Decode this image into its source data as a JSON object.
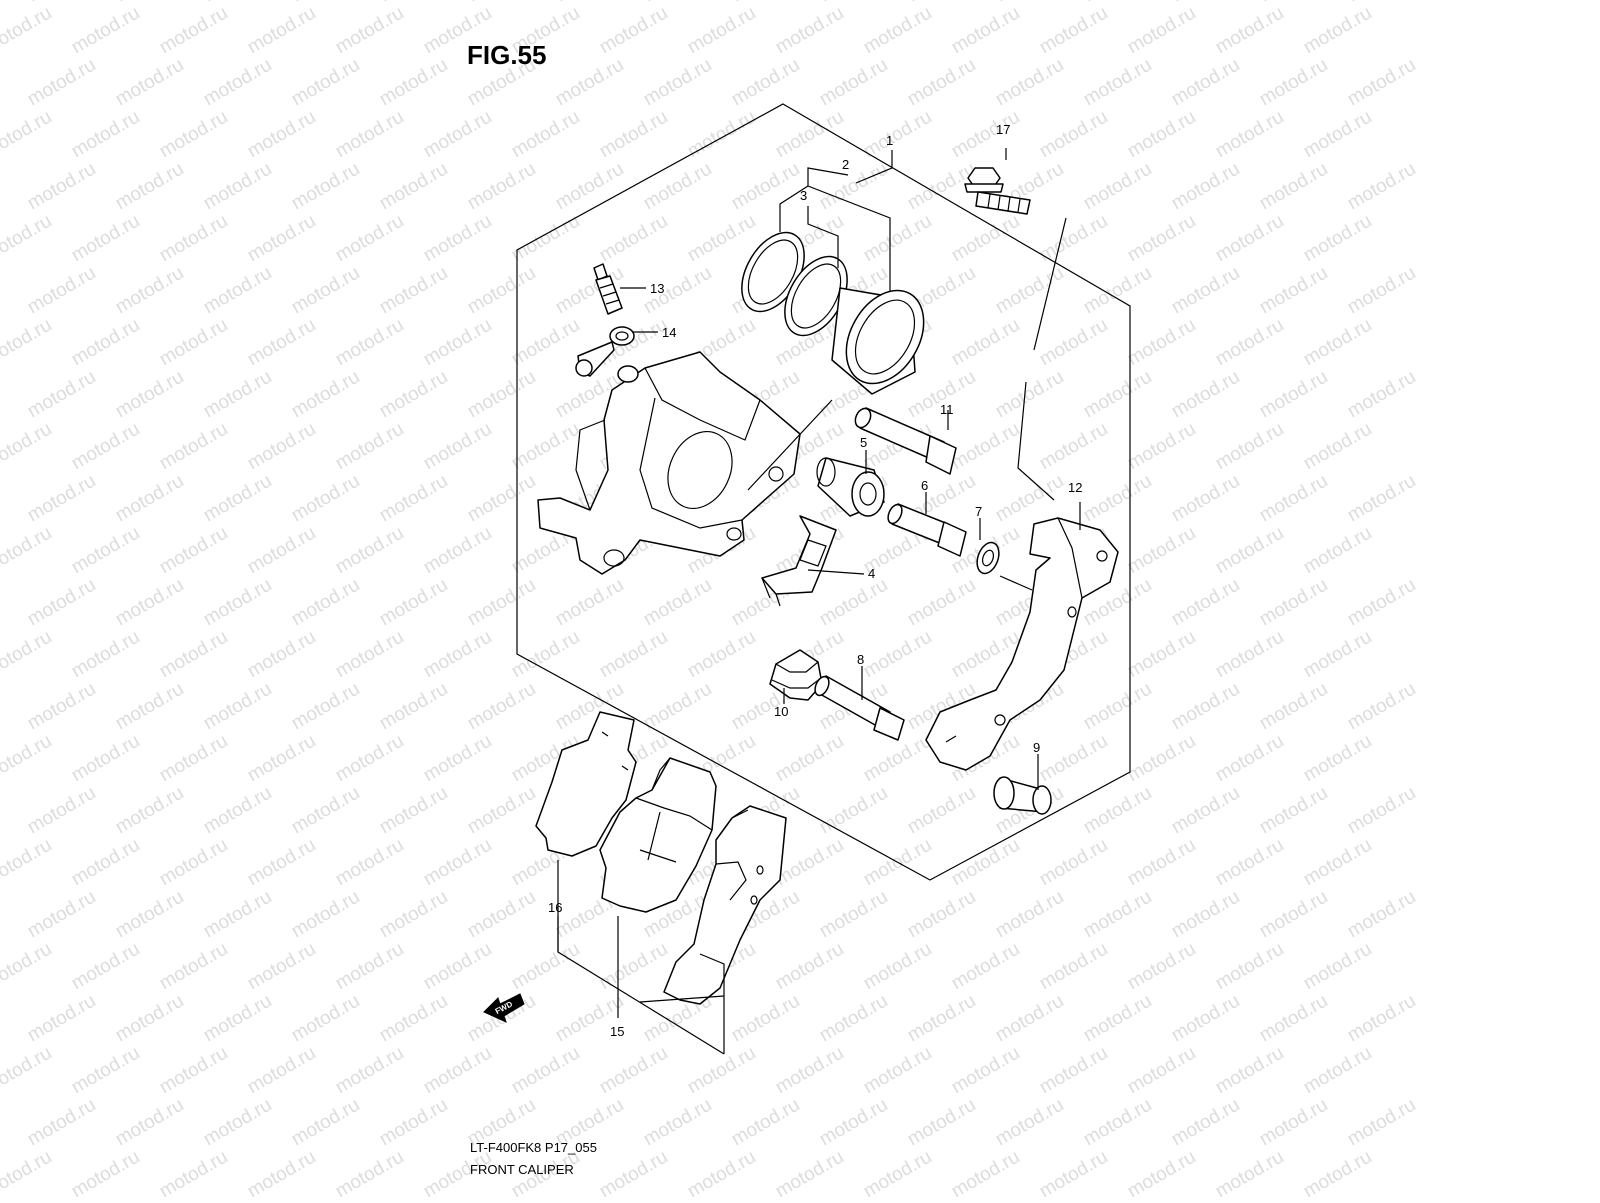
{
  "figure": {
    "title": "FIG.55"
  },
  "caption": {
    "code": "LT-F400FK8 P17_055",
    "name": "FRONT CALIPER"
  },
  "watermark": {
    "text": "motod.ru",
    "color": "#dcdcdc"
  },
  "direction_badge": {
    "text": "FWD"
  },
  "parts": [
    {
      "id": "p1",
      "label": "1"
    },
    {
      "id": "p2",
      "label": "2"
    },
    {
      "id": "p3",
      "label": "3"
    },
    {
      "id": "p4",
      "label": "4"
    },
    {
      "id": "p5",
      "label": "5"
    },
    {
      "id": "p6",
      "label": "6"
    },
    {
      "id": "p7",
      "label": "7"
    },
    {
      "id": "p8",
      "label": "8"
    },
    {
      "id": "p9",
      "label": "9"
    },
    {
      "id": "p10",
      "label": "10"
    },
    {
      "id": "p11",
      "label": "11"
    },
    {
      "id": "p12",
      "label": "12"
    },
    {
      "id": "p13",
      "label": "13"
    },
    {
      "id": "p14",
      "label": "14"
    },
    {
      "id": "p15",
      "label": "15"
    },
    {
      "id": "p16",
      "label": "16"
    },
    {
      "id": "p17",
      "label": "17"
    }
  ]
}
